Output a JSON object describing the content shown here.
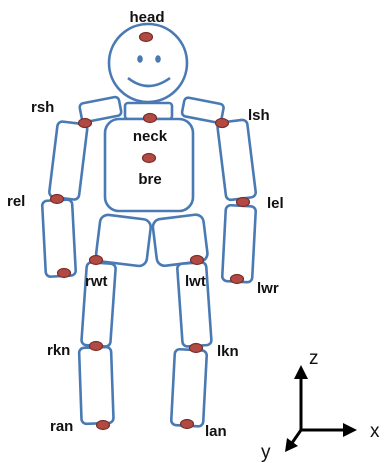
{
  "joints": {
    "head": "head",
    "neck": "neck",
    "bre": "bre",
    "rsh": "rsh",
    "lsh": "lsh",
    "rel": "rel",
    "lel": "lel",
    "rwt": "rwt",
    "lwt": "lwt",
    "lwr": "lwr",
    "rkn": "rkn",
    "lkn": "lkn",
    "ran": "ran",
    "lan": "lan"
  },
  "axes": {
    "x": "x",
    "y": "y",
    "z": "z"
  },
  "colors": {
    "body_outline": "#4a7ab3",
    "joint_marker": "#b04a43",
    "axes": "#000000"
  }
}
